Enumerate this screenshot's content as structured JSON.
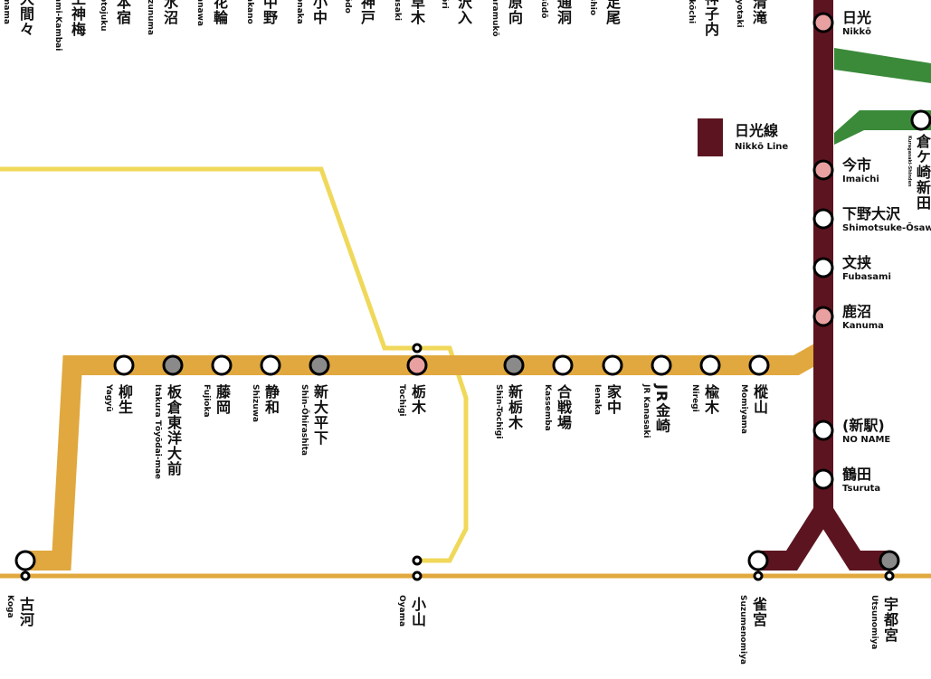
{
  "colors": {
    "main_line": "#e0a83e",
    "yellow_line": "#f0d85a",
    "nikko_line": "#5c1520",
    "green_line": "#3a8a3a",
    "station_pink": "#e8a0a0",
    "station_gray": "#8a8a8a",
    "station_white": "#ffffff"
  },
  "legend": {
    "label_jp": "日光線",
    "label_en": "Nikkō Line"
  },
  "top_stations": [
    {
      "jp": "大間々",
      "en": "mama"
    },
    {
      "jp": "上神梅",
      "en": "ami-Kambai"
    },
    {
      "jp": "本宿",
      "en": "otojuku"
    },
    {
      "jp": "水沼",
      "en": "izunuma"
    },
    {
      "jp": "花輪",
      "en": "anawa"
    },
    {
      "jp": "中野",
      "en": "akano"
    },
    {
      "jp": "小中",
      "en": "onaka"
    },
    {
      "jp": "神戸",
      "en": "ōdo"
    },
    {
      "jp": "草木",
      "en": "usaki"
    },
    {
      "jp": "沢入",
      "en": "ōri"
    },
    {
      "jp": "原向",
      "en": "aramukō"
    },
    {
      "jp": "通洞",
      "en": "sūdō"
    },
    {
      "jp": "足尾",
      "en": "shio"
    },
    {
      "jp": "神子内",
      "en": "ikōchi"
    },
    {
      "jp": "清滝",
      "en": "iyotaki"
    }
  ],
  "main_stations": [
    {
      "jp": "柳生",
      "en": "Yagyū",
      "type": "white"
    },
    {
      "jp": "板倉東洋大前",
      "en": "Itakura Tōyōdai-mae",
      "type": "gray"
    },
    {
      "jp": "藤岡",
      "en": "Fujioka",
      "type": "white"
    },
    {
      "jp": "静和",
      "en": "Shizuwa",
      "type": "white"
    },
    {
      "jp": "新大平下",
      "en": "Shin-Ōhirashita",
      "type": "gray"
    },
    {
      "jp": "栃木",
      "en": "Tochigi",
      "type": "pink"
    },
    {
      "jp": "新栃木",
      "en": "Shin-Tochigi",
      "type": "gray"
    },
    {
      "jp": "合戦場",
      "en": "Kassemba",
      "type": "white"
    },
    {
      "jp": "家中",
      "en": "Ienaka",
      "type": "white"
    },
    {
      "jp": "JR金崎",
      "en": "JR Kanasaki",
      "type": "white"
    },
    {
      "jp": "楡木",
      "en": "Niregi",
      "type": "white"
    },
    {
      "jp": "樅山",
      "en": "Momiyama",
      "type": "white"
    }
  ],
  "nikko_stations": [
    {
      "jp": "日光",
      "en": "Nikkō",
      "type": "pink"
    },
    {
      "jp": "今市",
      "en": "Imaichi",
      "type": "pink"
    },
    {
      "jp": "下野大沢",
      "en": "Shimotsuke-Ōsawa",
      "type": "white"
    },
    {
      "jp": "文挟",
      "en": "Fubasami",
      "type": "white"
    },
    {
      "jp": "鹿沼",
      "en": "Kanuma",
      "type": "pink"
    },
    {
      "jp": "(新駅)",
      "en": "NO NAME",
      "type": "white"
    },
    {
      "jp": "鶴田",
      "en": "Tsuruta",
      "type": "white"
    }
  ],
  "green_station": {
    "jp": "倉ケ崎新田",
    "en": "Kuragasaki-Shinden",
    "type": "white"
  },
  "bottom_stations": [
    {
      "jp": "古河",
      "en": "Koga"
    },
    {
      "jp": "小山",
      "en": "Oyama"
    },
    {
      "jp": "雀宮",
      "en": "Suzumenomiya"
    },
    {
      "jp": "宇都宮",
      "en": "Utsunomiya"
    }
  ]
}
